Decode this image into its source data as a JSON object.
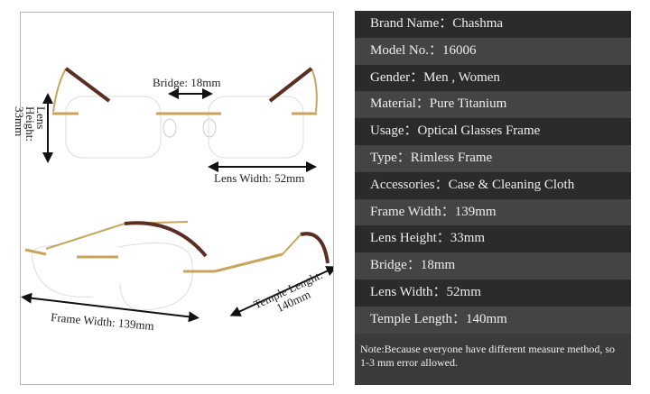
{
  "diagram": {
    "bridge": "Bridge: 18mm",
    "lens_height": "Lens Height: 33mm",
    "lens_width": "Lens Width: 52mm",
    "frame_width": "Frame Width:  139mm",
    "temple_length_1": "Temple Lenght:",
    "temple_length_2": "140mm"
  },
  "specs": [
    {
      "text": "Brand Name：Chashma"
    },
    {
      "text": "Model No.：16006"
    },
    {
      "text": "Gender：Men , Women"
    },
    {
      "text": "Material：Pure Titanium"
    },
    {
      "text": "Usage：Optical Glasses Frame"
    },
    {
      "text": "Type：Rimless Frame"
    },
    {
      "text": "Accessories：Case & Cleaning Cloth"
    },
    {
      "text": "Frame Width：139mm"
    },
    {
      "text": "Lens Height：33mm"
    },
    {
      "text": "Bridge：18mm"
    },
    {
      "text": "Lens Width：52mm"
    },
    {
      "text": "Temple Length：140mm"
    }
  ],
  "note": "Note:Because everyone have different measure method, so 1-3 mm error allowed.",
  "colors": {
    "frame": "#c9a45c",
    "temple_tip": "#5a2e22",
    "table_dark": "#2b2b2b",
    "table_light": "#444444"
  }
}
